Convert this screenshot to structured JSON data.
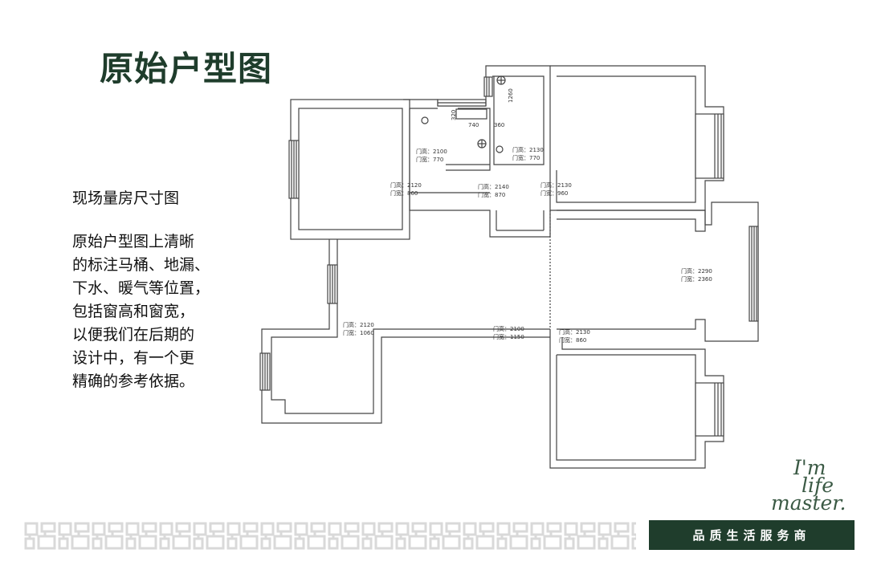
{
  "title": "原始户型图",
  "subtitle": "现场量房尺寸图",
  "description_lines": [
    "原始户型图上清晰",
    "的标注马桶、地漏、",
    "下水、暖气等位置，",
    "包括窗高和窗宽，",
    "以便我们在后期的",
    "设计中，有一个更",
    "精确的参考依据。"
  ],
  "floorplan": {
    "door_labels": [
      {
        "h": "门高：2100",
        "w": "门宽：770"
      },
      {
        "h": "门高：2130",
        "w": "门宽：770"
      },
      {
        "h": "门高：2120",
        "w": "门宽：860"
      },
      {
        "h": "门高：2140",
        "w": "门宽：870"
      },
      {
        "h": "门高：2130",
        "w": "门宽：960"
      },
      {
        "h": "门高：2290",
        "w": "门宽：2360"
      },
      {
        "h": "门高：2120",
        "w": "门宽：1060"
      },
      {
        "h": "门高：2100",
        "w": "门宽：1150"
      },
      {
        "h": "门高：2130",
        "w": "门宽：860"
      }
    ],
    "dimensions": [
      "320",
      "740",
      "360",
      "1260"
    ]
  },
  "slogan": [
    "I'm",
    "life",
    "master."
  ],
  "tagline": "品质生活服务商",
  "colors": {
    "brand_green": "#1f3d2c",
    "slogan_green": "#3b5a45",
    "wall": "#444444",
    "pattern": "#d9d9d9"
  }
}
